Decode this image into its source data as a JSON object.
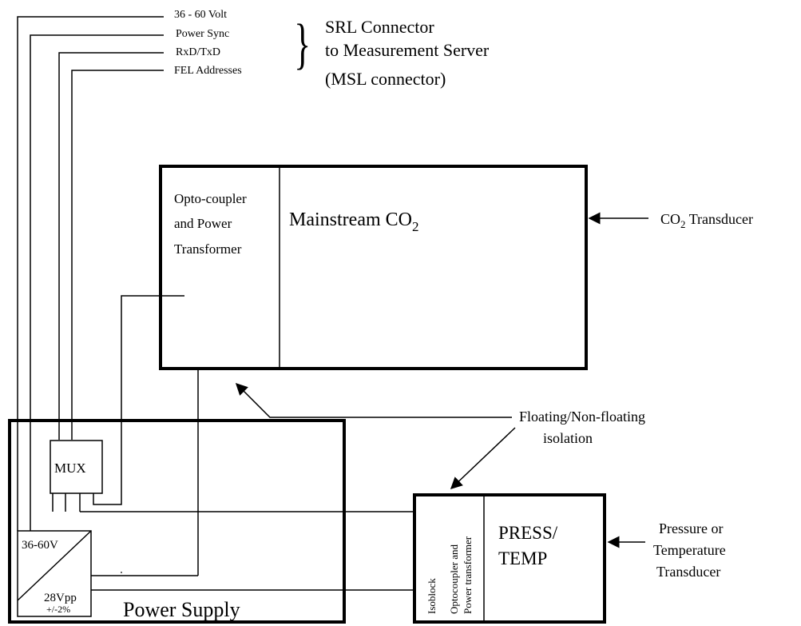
{
  "connector_signals": [
    "36 - 60 Volt",
    "Power Sync",
    "RxD/TxD",
    "FEL Addresses"
  ],
  "connector": {
    "brace": "}",
    "line1": "SRL Connector",
    "line2": "to Measurement Server",
    "line3": "(MSL connector)"
  },
  "co2_module": {
    "opto_line1": "Opto-coupler",
    "opto_line2": "and Power",
    "opto_line3": "Transformer",
    "title_main": "Mainstream CO",
    "title_sub": "2"
  },
  "co2_transducer": {
    "main": "CO",
    "sub": "2",
    "rest": " Transducer"
  },
  "isolation": {
    "line1": "Floating/Non-floating",
    "line2": "isolation"
  },
  "power_supply": {
    "mux": "MUX",
    "input_voltage": "36-60V",
    "output_voltage": "28Vpp",
    "tolerance": "+/-2%",
    "label": "Power Supply"
  },
  "press_temp_module": {
    "iso_line1": "Isoblock",
    "iso_line2": "Optocoupler and",
    "iso_line3": "Power transformer",
    "title_line1": "PRESS/",
    "title_line2": "TEMP"
  },
  "press_temp_transducer": {
    "line1": "Pressure or",
    "line2": "Temperature",
    "line3": "Transducer"
  }
}
